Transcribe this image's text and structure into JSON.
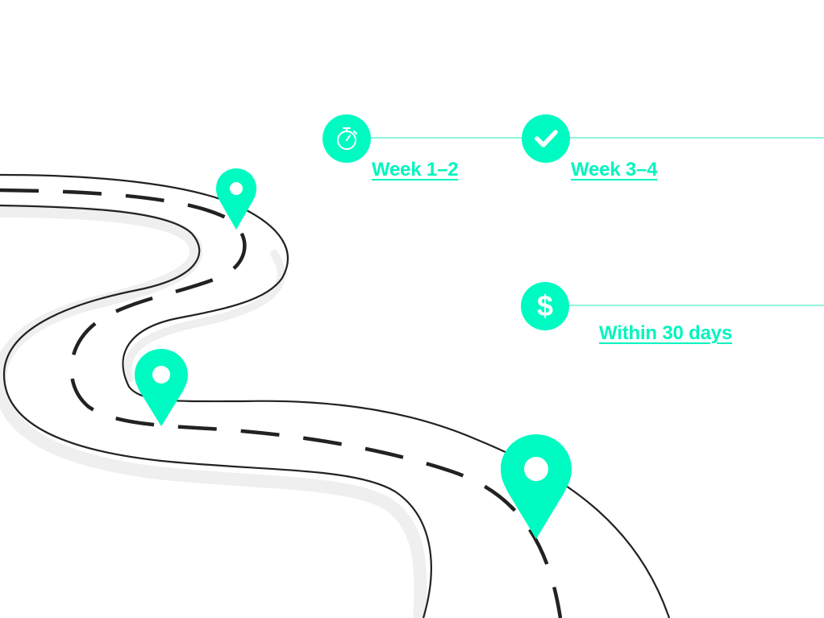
{
  "colors": {
    "accent": "#00FBC2",
    "line": "#8FF5DC",
    "road_stroke": "#222222",
    "road_shadow": "#EFEFEF",
    "background": "#FFFFFF"
  },
  "milestones": [
    {
      "label": "Week 1–2",
      "icon": "stopwatch-icon"
    },
    {
      "label": "Week 3–4",
      "icon": "checkmark-icon"
    },
    {
      "label": "Within 30 days",
      "icon": "dollar-icon"
    }
  ],
  "road": {
    "markers": [
      {
        "name": "location-pin-1",
        "icon": "map-pin-icon"
      },
      {
        "name": "location-pin-2",
        "icon": "map-pin-icon"
      },
      {
        "name": "location-pin-3",
        "icon": "map-pin-icon"
      }
    ]
  }
}
